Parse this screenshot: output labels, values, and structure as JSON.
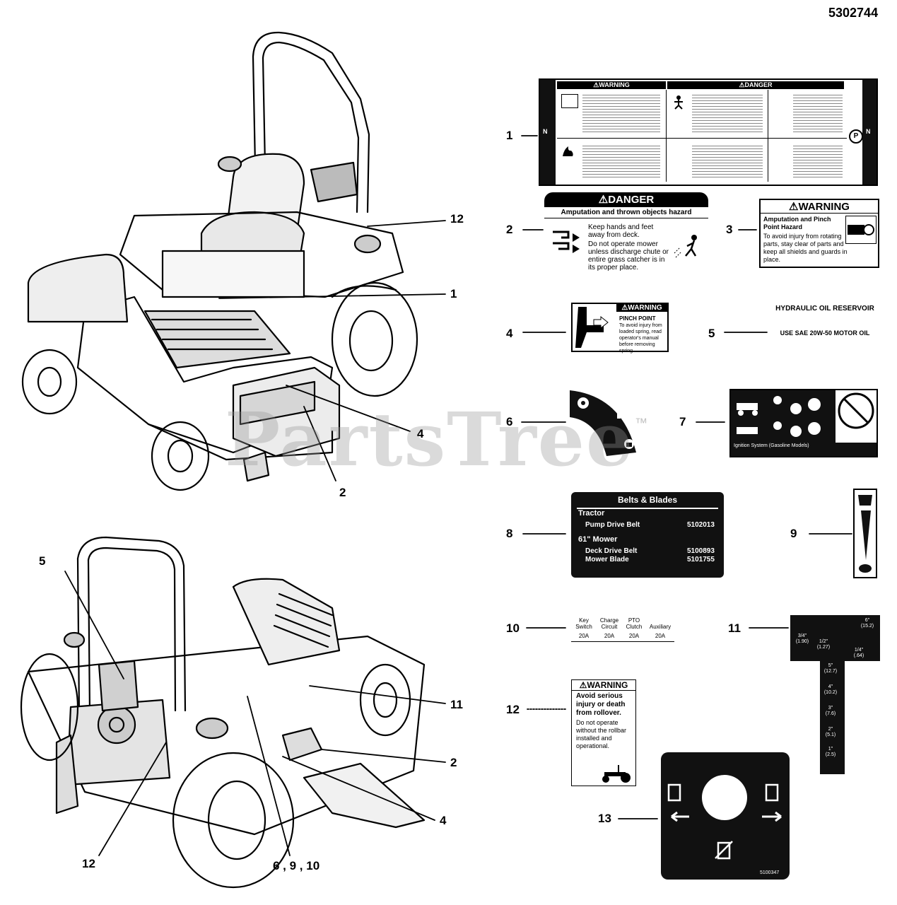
{
  "diagram_number": "5302744",
  "watermark": "PartsTree",
  "watermark_mark": "™",
  "callouts": {
    "top": [
      "12",
      "1",
      "4",
      "2"
    ],
    "bottom": [
      "5",
      "11",
      "2",
      "4",
      "12",
      "6 , 9 , 10"
    ]
  },
  "decals": [
    {
      "id": "1"
    },
    {
      "id": "2"
    },
    {
      "id": "3"
    },
    {
      "id": "4"
    },
    {
      "id": "5"
    },
    {
      "id": "6"
    },
    {
      "id": "7"
    },
    {
      "id": "8"
    },
    {
      "id": "9"
    },
    {
      "id": "10"
    },
    {
      "id": "11"
    },
    {
      "id": "12"
    },
    {
      "id": "13"
    }
  ],
  "decal1": {
    "warning": "⚠WARNING",
    "danger": "⚠DANGER",
    "n": "N",
    "p": "P"
  },
  "decal2": {
    "header": "⚠DANGER",
    "subheader": "Amputation and thrown objects hazard",
    "bullet1": "Keep hands and feet away from deck.",
    "bullet2": "Do not operate mower unless discharge chute or entire grass catcher is in its proper place."
  },
  "decal3": {
    "header": "⚠WARNING",
    "title": "Amputation and Pinch Point Hazard",
    "body": "To avoid injury from rotating parts, stay clear of parts and keep all shields and guards in place."
  },
  "decal4": {
    "header": "⚠WARNING",
    "title": "PINCH POINT",
    "body": "To avoid injury from loaded spring, read operator's manual before removing spring."
  },
  "decal5": {
    "title": "HYDRAULIC OIL RESERVOIR",
    "body": "USE SAE 20W-50 MOTOR OIL"
  },
  "decal7": {
    "footer": "Ignition System (Gasoline Models)"
  },
  "decal8": {
    "title": "Belts & Blades",
    "section1": "Tractor",
    "row1_label": "Pump Drive Belt",
    "row1_value": "5102013",
    "section2": "61\" Mower",
    "row2_label": "Deck Drive Belt",
    "row2_value": "5100893",
    "row3_label": "Mower Blade",
    "row3_value": "5101755"
  },
  "decal10": {
    "columns": [
      {
        "label": "Key Switch",
        "amp": "20A"
      },
      {
        "label": "Charge Circuit",
        "amp": "20A"
      },
      {
        "label": "PTO Clutch",
        "amp": "20A"
      },
      {
        "label": "Auxiliary",
        "amp": "20A"
      }
    ]
  },
  "decal11": {
    "marks": [
      {
        "in": "6\"",
        "mm": "(15.2)"
      },
      {
        "in": "3/4\"",
        "mm": "(1.90)"
      },
      {
        "in": "1/2\"",
        "mm": "(1.27)"
      },
      {
        "in": "1/4\"",
        "mm": "(.64)"
      },
      {
        "in": "5\"",
        "mm": "(12.7)"
      },
      {
        "in": "4\"",
        "mm": "(10.2)"
      },
      {
        "in": "3\"",
        "mm": "(7.6)"
      },
      {
        "in": "2\"",
        "mm": "(5.1)"
      },
      {
        "in": "1\"",
        "mm": "(2.5)"
      }
    ]
  },
  "decal12": {
    "header": "⚠WARNING",
    "title": "Avoid serious injury or death from rollover.",
    "body": "Do not operate without the rollbar installed and operational."
  },
  "decal13": {
    "part": "5100347"
  }
}
